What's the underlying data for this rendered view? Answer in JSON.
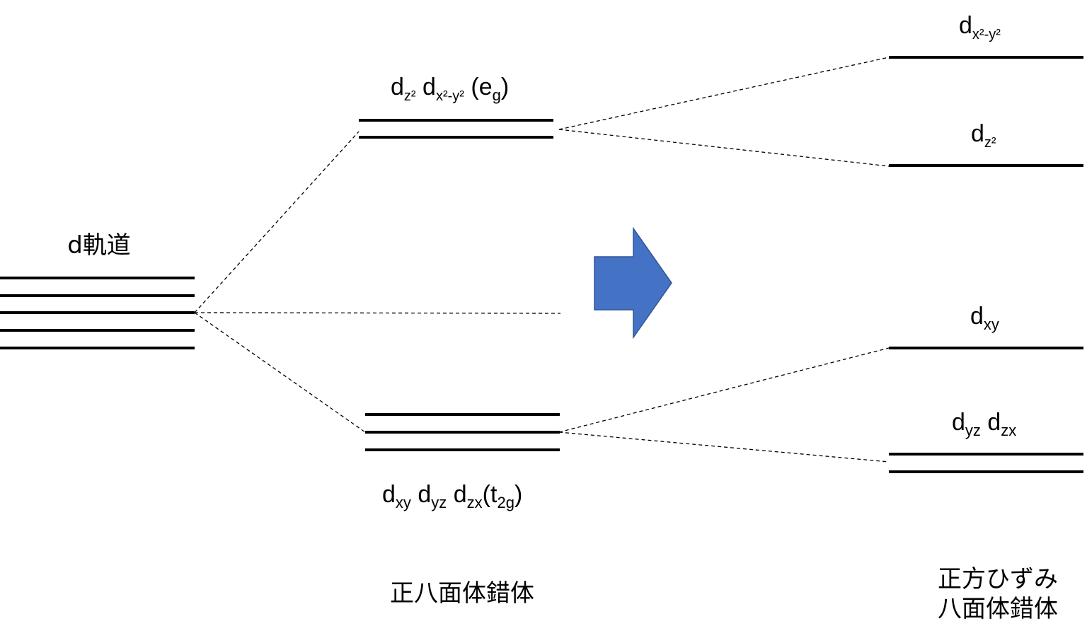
{
  "colors": {
    "arrow": "#4472C4",
    "line": "#000000"
  },
  "free_ion": {
    "label": "d軌道"
  },
  "octahedral": {
    "eg": {
      "d": "d",
      "sub1": "z²",
      "sub2": "x²-y²",
      "open": "(e",
      "sub3": "g",
      "close": ")"
    },
    "t2g": {
      "d": "d",
      "sub1": "xy",
      "sub2": "yz",
      "sub3": "zx",
      "open": "(t",
      "sub4": "2g",
      "close": ")"
    },
    "title": "正八面体錯体"
  },
  "distorted": {
    "dx2y2": {
      "d": "d",
      "sub": "x²-y²"
    },
    "dz2": {
      "d": "d",
      "sub": "z²"
    },
    "dxy": {
      "d": "d",
      "sub": "xy"
    },
    "dyzdzx": {
      "d": "d",
      "sub1": "yz",
      "sub2": "zx"
    },
    "title_line1": "正方ひずみ",
    "title_line2": "八面体錯体"
  },
  "arrow_icon": "right-arrow-icon"
}
